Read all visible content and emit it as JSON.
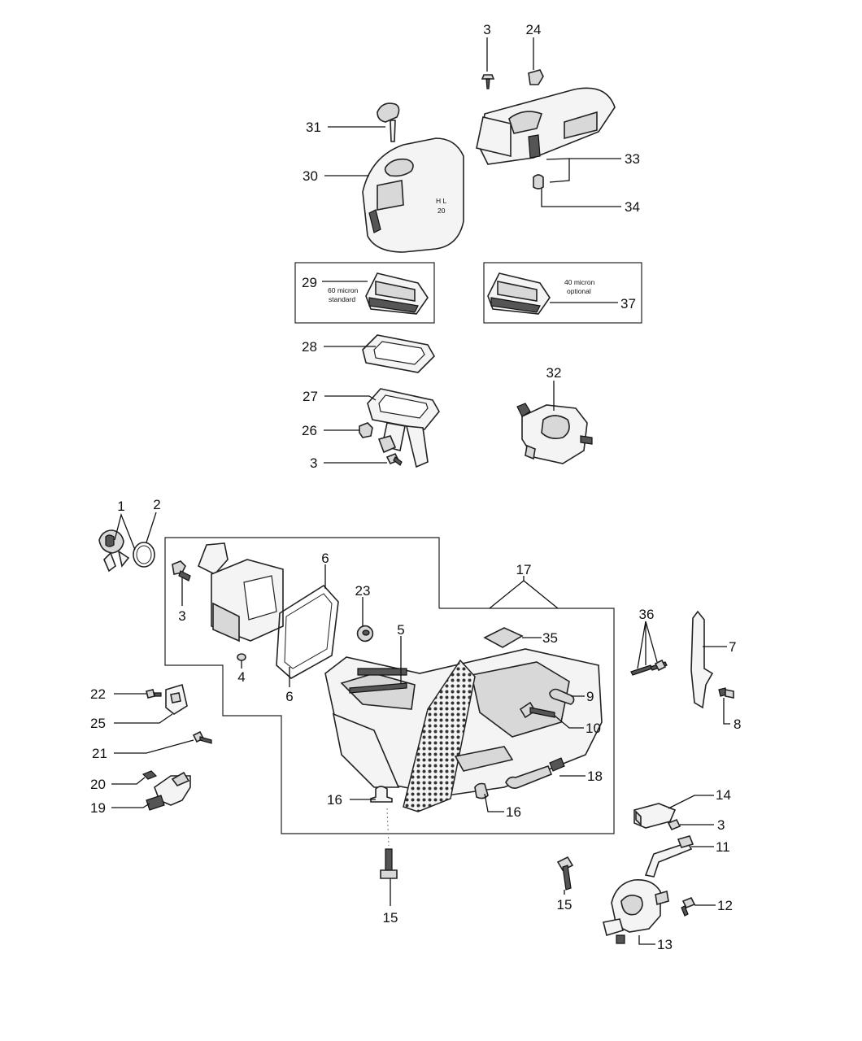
{
  "callouts": {
    "c3a": "3",
    "c24": "24",
    "c31": "31",
    "c30": "30",
    "c33": "33",
    "c34": "34",
    "c29": "29",
    "c37": "37",
    "c28": "28",
    "c27": "27",
    "c32": "32",
    "c26": "26",
    "c3b": "3",
    "c1": "1",
    "c2": "2",
    "c6a": "6",
    "c17": "17",
    "c23": "23",
    "c5": "5",
    "c35": "35",
    "c36": "36",
    "c7": "7",
    "c3c": "3",
    "c4": "4",
    "c6b": "6",
    "c9": "9",
    "c22": "22",
    "c8": "8",
    "c25": "25",
    "c10": "10",
    "c21": "21",
    "c18": "18",
    "c20": "20",
    "c14": "14",
    "c16a": "16",
    "c16b": "16",
    "c19": "19",
    "c3d": "3",
    "c11": "11",
    "c15a": "15",
    "c12": "12",
    "c15b": "15",
    "c13": "13"
  },
  "notes": {
    "filter29_line1": "60 micron",
    "filter29_line2": "standard",
    "filter37_line1": "40 micron",
    "filter37_line2": "optional",
    "cover30_mark1": "H L",
    "cover30_mark2": "20"
  }
}
